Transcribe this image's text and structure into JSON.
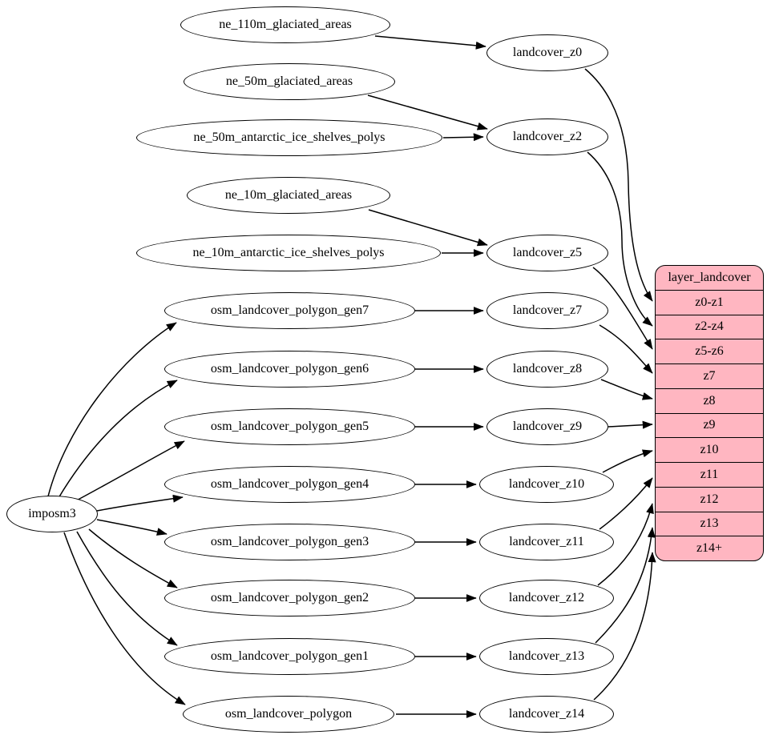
{
  "colors": {
    "table_fill": "#ffb6c1",
    "edge_stroke": "#000000",
    "node_stroke": "#000000",
    "background": "#ffffff"
  },
  "importer": {
    "label": "imposm3"
  },
  "source_nodes": [
    {
      "label": "ne_110m_glaciated_areas"
    },
    {
      "label": "ne_50m_glaciated_areas"
    },
    {
      "label": "ne_50m_antarctic_ice_shelves_polys"
    },
    {
      "label": "ne_10m_glaciated_areas"
    },
    {
      "label": "ne_10m_antarctic_ice_shelves_polys"
    },
    {
      "label": "osm_landcover_polygon_gen7"
    },
    {
      "label": "osm_landcover_polygon_gen6"
    },
    {
      "label": "osm_landcover_polygon_gen5"
    },
    {
      "label": "osm_landcover_polygon_gen4"
    },
    {
      "label": "osm_landcover_polygon_gen3"
    },
    {
      "label": "osm_landcover_polygon_gen2"
    },
    {
      "label": "osm_landcover_polygon_gen1"
    },
    {
      "label": "osm_landcover_polygon"
    }
  ],
  "view_nodes": [
    {
      "label": "landcover_z0"
    },
    {
      "label": "landcover_z2"
    },
    {
      "label": "landcover_z5"
    },
    {
      "label": "landcover_z7"
    },
    {
      "label": "landcover_z8"
    },
    {
      "label": "landcover_z9"
    },
    {
      "label": "landcover_z10"
    },
    {
      "label": "landcover_z11"
    },
    {
      "label": "landcover_z12"
    },
    {
      "label": "landcover_z13"
    },
    {
      "label": "landcover_z14"
    }
  ],
  "layer_table": {
    "title": "layer_landcover",
    "rows": [
      "z0-z1",
      "z2-z4",
      "z5-z6",
      "z7",
      "z8",
      "z9",
      "z10",
      "z11",
      "z12",
      "z13",
      "z14+"
    ]
  },
  "edges": [
    {
      "from": "ne_110m_glaciated_areas",
      "to": "landcover_z0"
    },
    {
      "from": "ne_50m_glaciated_areas",
      "to": "landcover_z2"
    },
    {
      "from": "ne_50m_antarctic_ice_shelves_polys",
      "to": "landcover_z2"
    },
    {
      "from": "ne_10m_glaciated_areas",
      "to": "landcover_z5"
    },
    {
      "from": "ne_10m_antarctic_ice_shelves_polys",
      "to": "landcover_z5"
    },
    {
      "from": "osm_landcover_polygon_gen7",
      "to": "landcover_z7"
    },
    {
      "from": "osm_landcover_polygon_gen6",
      "to": "landcover_z8"
    },
    {
      "from": "osm_landcover_polygon_gen5",
      "to": "landcover_z9"
    },
    {
      "from": "osm_landcover_polygon_gen4",
      "to": "landcover_z10"
    },
    {
      "from": "osm_landcover_polygon_gen3",
      "to": "landcover_z11"
    },
    {
      "from": "osm_landcover_polygon_gen2",
      "to": "landcover_z12"
    },
    {
      "from": "osm_landcover_polygon_gen1",
      "to": "landcover_z13"
    },
    {
      "from": "osm_landcover_polygon",
      "to": "landcover_z14"
    },
    {
      "from": "imposm3",
      "to": "osm_landcover_polygon_gen7"
    },
    {
      "from": "imposm3",
      "to": "osm_landcover_polygon_gen6"
    },
    {
      "from": "imposm3",
      "to": "osm_landcover_polygon_gen5"
    },
    {
      "from": "imposm3",
      "to": "osm_landcover_polygon_gen4"
    },
    {
      "from": "imposm3",
      "to": "osm_landcover_polygon_gen3"
    },
    {
      "from": "imposm3",
      "to": "osm_landcover_polygon_gen2"
    },
    {
      "from": "imposm3",
      "to": "osm_landcover_polygon_gen1"
    },
    {
      "from": "imposm3",
      "to": "osm_landcover_polygon"
    },
    {
      "from": "landcover_z0",
      "to": "layer_landcover:z0-z1"
    },
    {
      "from": "landcover_z2",
      "to": "layer_landcover:z2-z4"
    },
    {
      "from": "landcover_z5",
      "to": "layer_landcover:z5-z6"
    },
    {
      "from": "landcover_z7",
      "to": "layer_landcover:z7"
    },
    {
      "from": "landcover_z8",
      "to": "layer_landcover:z8"
    },
    {
      "from": "landcover_z9",
      "to": "layer_landcover:z9"
    },
    {
      "from": "landcover_z10",
      "to": "layer_landcover:z10"
    },
    {
      "from": "landcover_z11",
      "to": "layer_landcover:z11"
    },
    {
      "from": "landcover_z12",
      "to": "layer_landcover:z12"
    },
    {
      "from": "landcover_z13",
      "to": "layer_landcover:z13"
    },
    {
      "from": "landcover_z14",
      "to": "layer_landcover:z14+"
    }
  ]
}
